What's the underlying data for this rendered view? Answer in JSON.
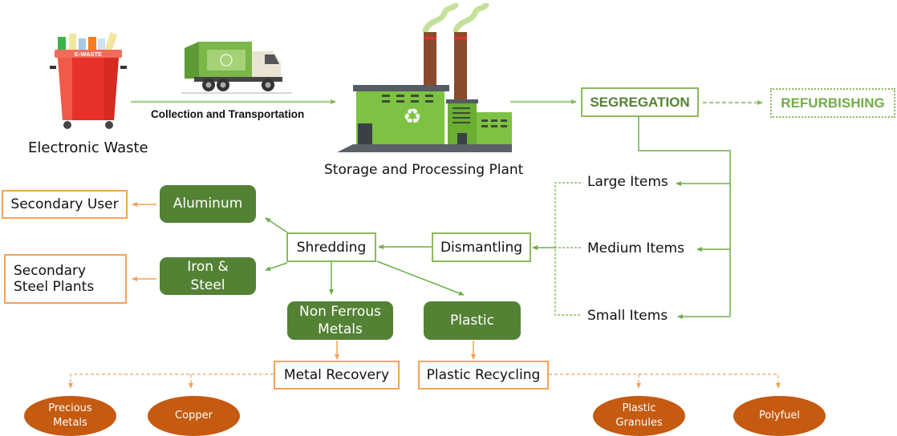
{
  "colors": {
    "green_dark": "#548235",
    "green_light": "#8cba5a",
    "orange_line": "#f4a259",
    "orange_fill": "#c55a11",
    "bin_red": "#e8312a",
    "factory_green": "#7dc242"
  },
  "stage1": {
    "bin_label": "E-WASTE",
    "caption": "Electronic Waste",
    "icon": "e-waste-bin-icon"
  },
  "transport": {
    "caption": "Collection and Transportation",
    "icon": "garbage-truck-icon"
  },
  "plant": {
    "caption": "Storage and Processing Plant",
    "icon": "recycling-factory-icon"
  },
  "segregation": {
    "label": "SEGREGATION"
  },
  "refurbishing": {
    "label": "REFURBISHING"
  },
  "sizes": {
    "large": "Large Items",
    "medium": "Medium Items",
    "small": "Small Items"
  },
  "dismantling": {
    "label": "Dismantling"
  },
  "shredding": {
    "label": "Shredding"
  },
  "materials": {
    "aluminum": "Aluminum",
    "iron_steel_line1": "Iron &",
    "iron_steel_line2": "Steel",
    "non_ferrous_line1": "Non Ferrous",
    "non_ferrous_line2": "Metals",
    "plastic": "Plastic"
  },
  "destinations": {
    "secondary_user": "Secondary User",
    "secondary_steel_line1": "Secondary",
    "secondary_steel_line2": "Steel Plants",
    "metal_recovery": "Metal Recovery",
    "plastic_recycling": "Plastic Recycling"
  },
  "outputs": {
    "precious_line1": "Precious",
    "precious_line2": "Metals",
    "copper": "Copper",
    "granules_line1": "Plastic",
    "granules_line2": "Granules",
    "polyfuel": "Polyfuel"
  }
}
